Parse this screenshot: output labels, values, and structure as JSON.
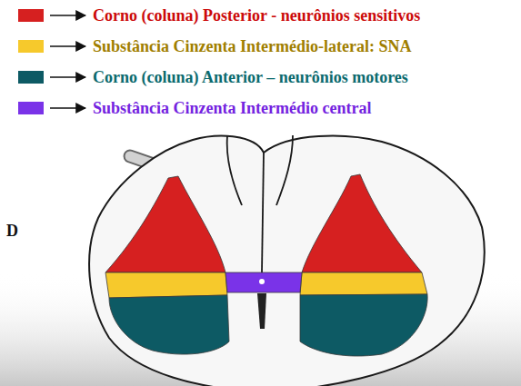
{
  "diagram": {
    "labels": [
      "D"
    ],
    "legend": [
      {
        "text": "Corno (coluna) Posterior - neurônios sensitivos",
        "color": "#d62020"
      },
      {
        "text": "Substância Cinzenta Intermédio-lateral: SNA",
        "color": "#f6c92c"
      },
      {
        "text": "Corno (coluna) Anterior – neurônios motores",
        "color": "#0d5a64"
      },
      {
        "text": "Substância Cinzenta Intermédio central",
        "color": "#7a33e8"
      }
    ]
  }
}
